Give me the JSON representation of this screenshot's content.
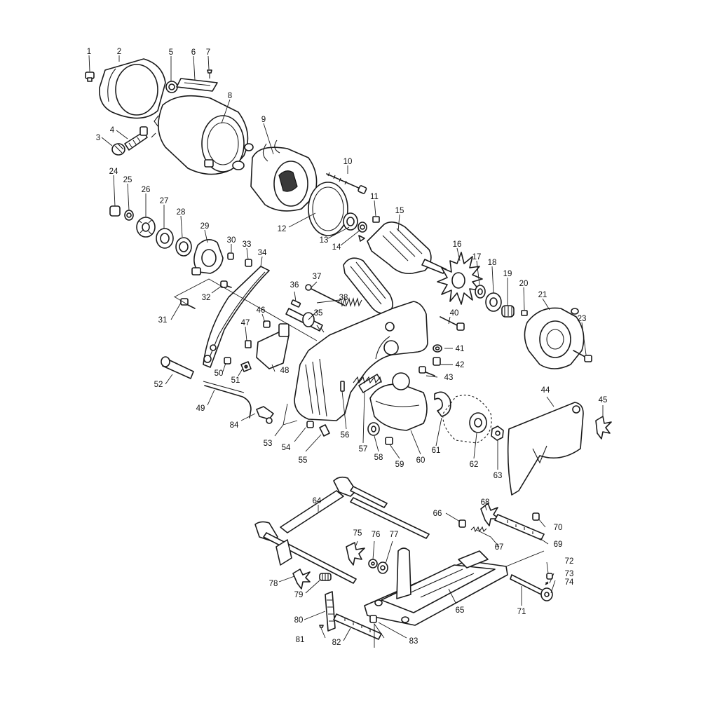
{
  "callouts": {
    "c1": "1",
    "c2": "2",
    "c3": "3",
    "c4": "4",
    "c5": "5",
    "c6": "6",
    "c7": "7",
    "c8": "8",
    "c9": "9",
    "c10": "10",
    "c11": "11",
    "c12": "12",
    "c13": "13",
    "c14": "14",
    "c15": "15",
    "c16": "16",
    "c17": "17",
    "c18": "18",
    "c19": "19",
    "c20": "20",
    "c21": "21",
    "c23": "23",
    "c24": "24",
    "c25": "25",
    "c26": "26",
    "c27": "27",
    "c28": "28",
    "c29": "29",
    "c30": "30",
    "c31": "31",
    "c32": "32",
    "c33": "33",
    "c34": "34",
    "c35": "35",
    "c36": "36",
    "c37": "37",
    "c38": "38",
    "c40": "40",
    "c41": "41",
    "c42": "42",
    "c43": "43",
    "c44": "44",
    "c45": "45",
    "c46": "46",
    "c47": "47",
    "c48": "48",
    "c49": "49",
    "c50": "50",
    "c51": "51",
    "c52": "52",
    "c53": "53",
    "c54": "54",
    "c55": "55",
    "c56": "56",
    "c57": "57",
    "c58": "58",
    "c59": "59",
    "c60": "60",
    "c61": "61",
    "c62": "62",
    "c63": "63",
    "c64": "64",
    "c65": "65",
    "c66": "66",
    "c67": "67",
    "c68": "68",
    "c69": "69",
    "c70": "70",
    "c71": "71",
    "c72": "72",
    "c73": "73",
    "c74": "74",
    "c75": "75",
    "c76": "76",
    "c77": "77",
    "c78": "78",
    "c79": "79",
    "c80": "80",
    "c81": "81",
    "c82": "82",
    "c83": "83",
    "c84": "84"
  }
}
